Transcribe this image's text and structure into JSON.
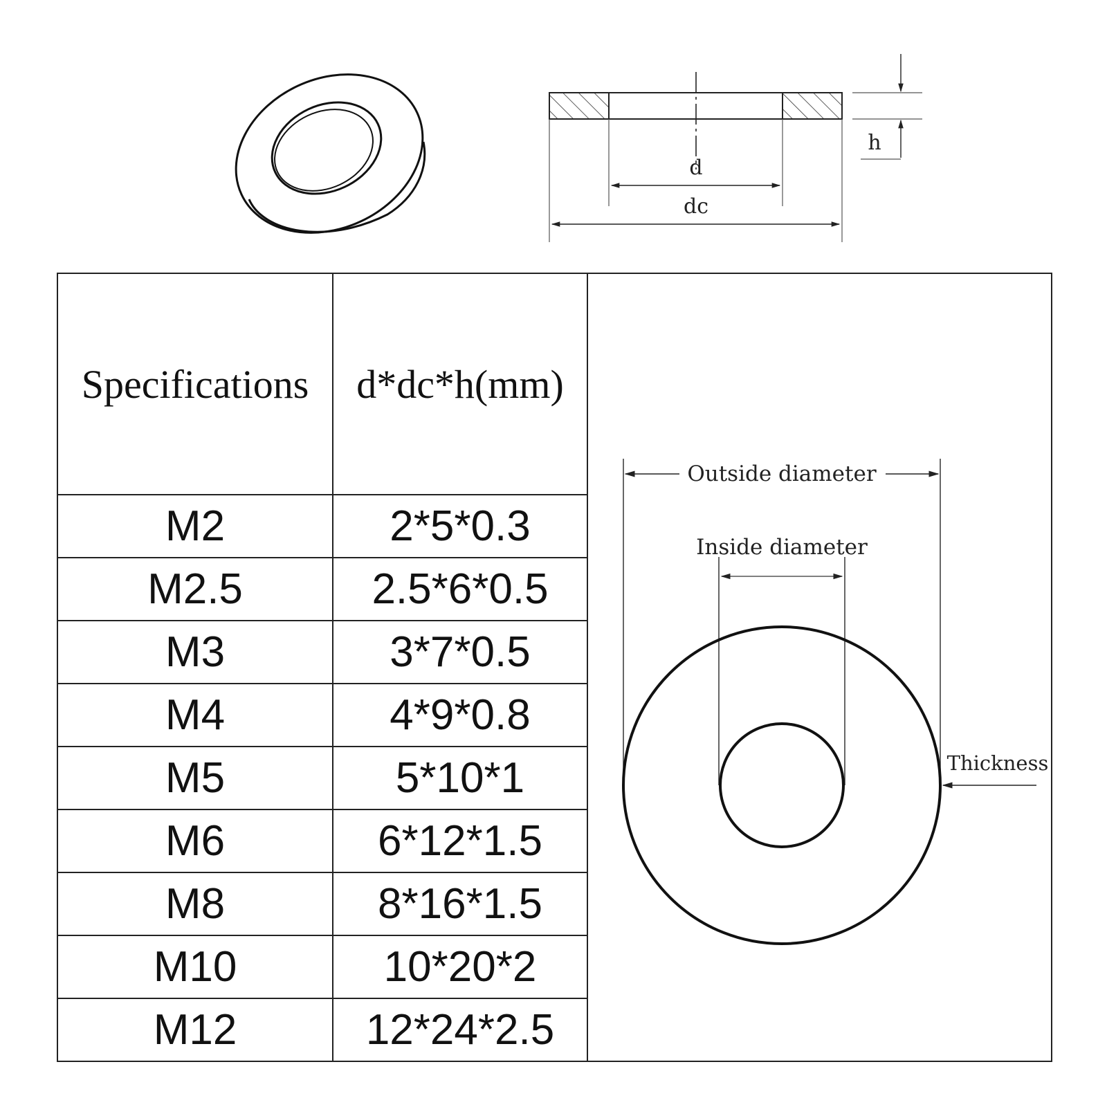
{
  "cross_section": {
    "label_d": "d",
    "label_dc": "dc",
    "label_h": "h"
  },
  "table": {
    "header": {
      "specifications": "Specifications",
      "dimensions": "d*dc*h(mm)"
    },
    "rows": [
      {
        "spec": "M2",
        "dims": "2*5*0.3"
      },
      {
        "spec": "M2.5",
        "dims": "2.5*6*0.5"
      },
      {
        "spec": "M3",
        "dims": "3*7*0.5"
      },
      {
        "spec": "M4",
        "dims": "4*9*0.8"
      },
      {
        "spec": "M5",
        "dims": "5*10*1"
      },
      {
        "spec": "M6",
        "dims": "6*12*1.5"
      },
      {
        "spec": "M8",
        "dims": "8*16*1.5"
      },
      {
        "spec": "M10",
        "dims": "10*20*2"
      },
      {
        "spec": "M12",
        "dims": "12*24*2.5"
      }
    ]
  },
  "top_view": {
    "outside_diameter": "Outside  diameter",
    "inside_diameter": "Inside diameter",
    "thickness": "Thickness"
  }
}
